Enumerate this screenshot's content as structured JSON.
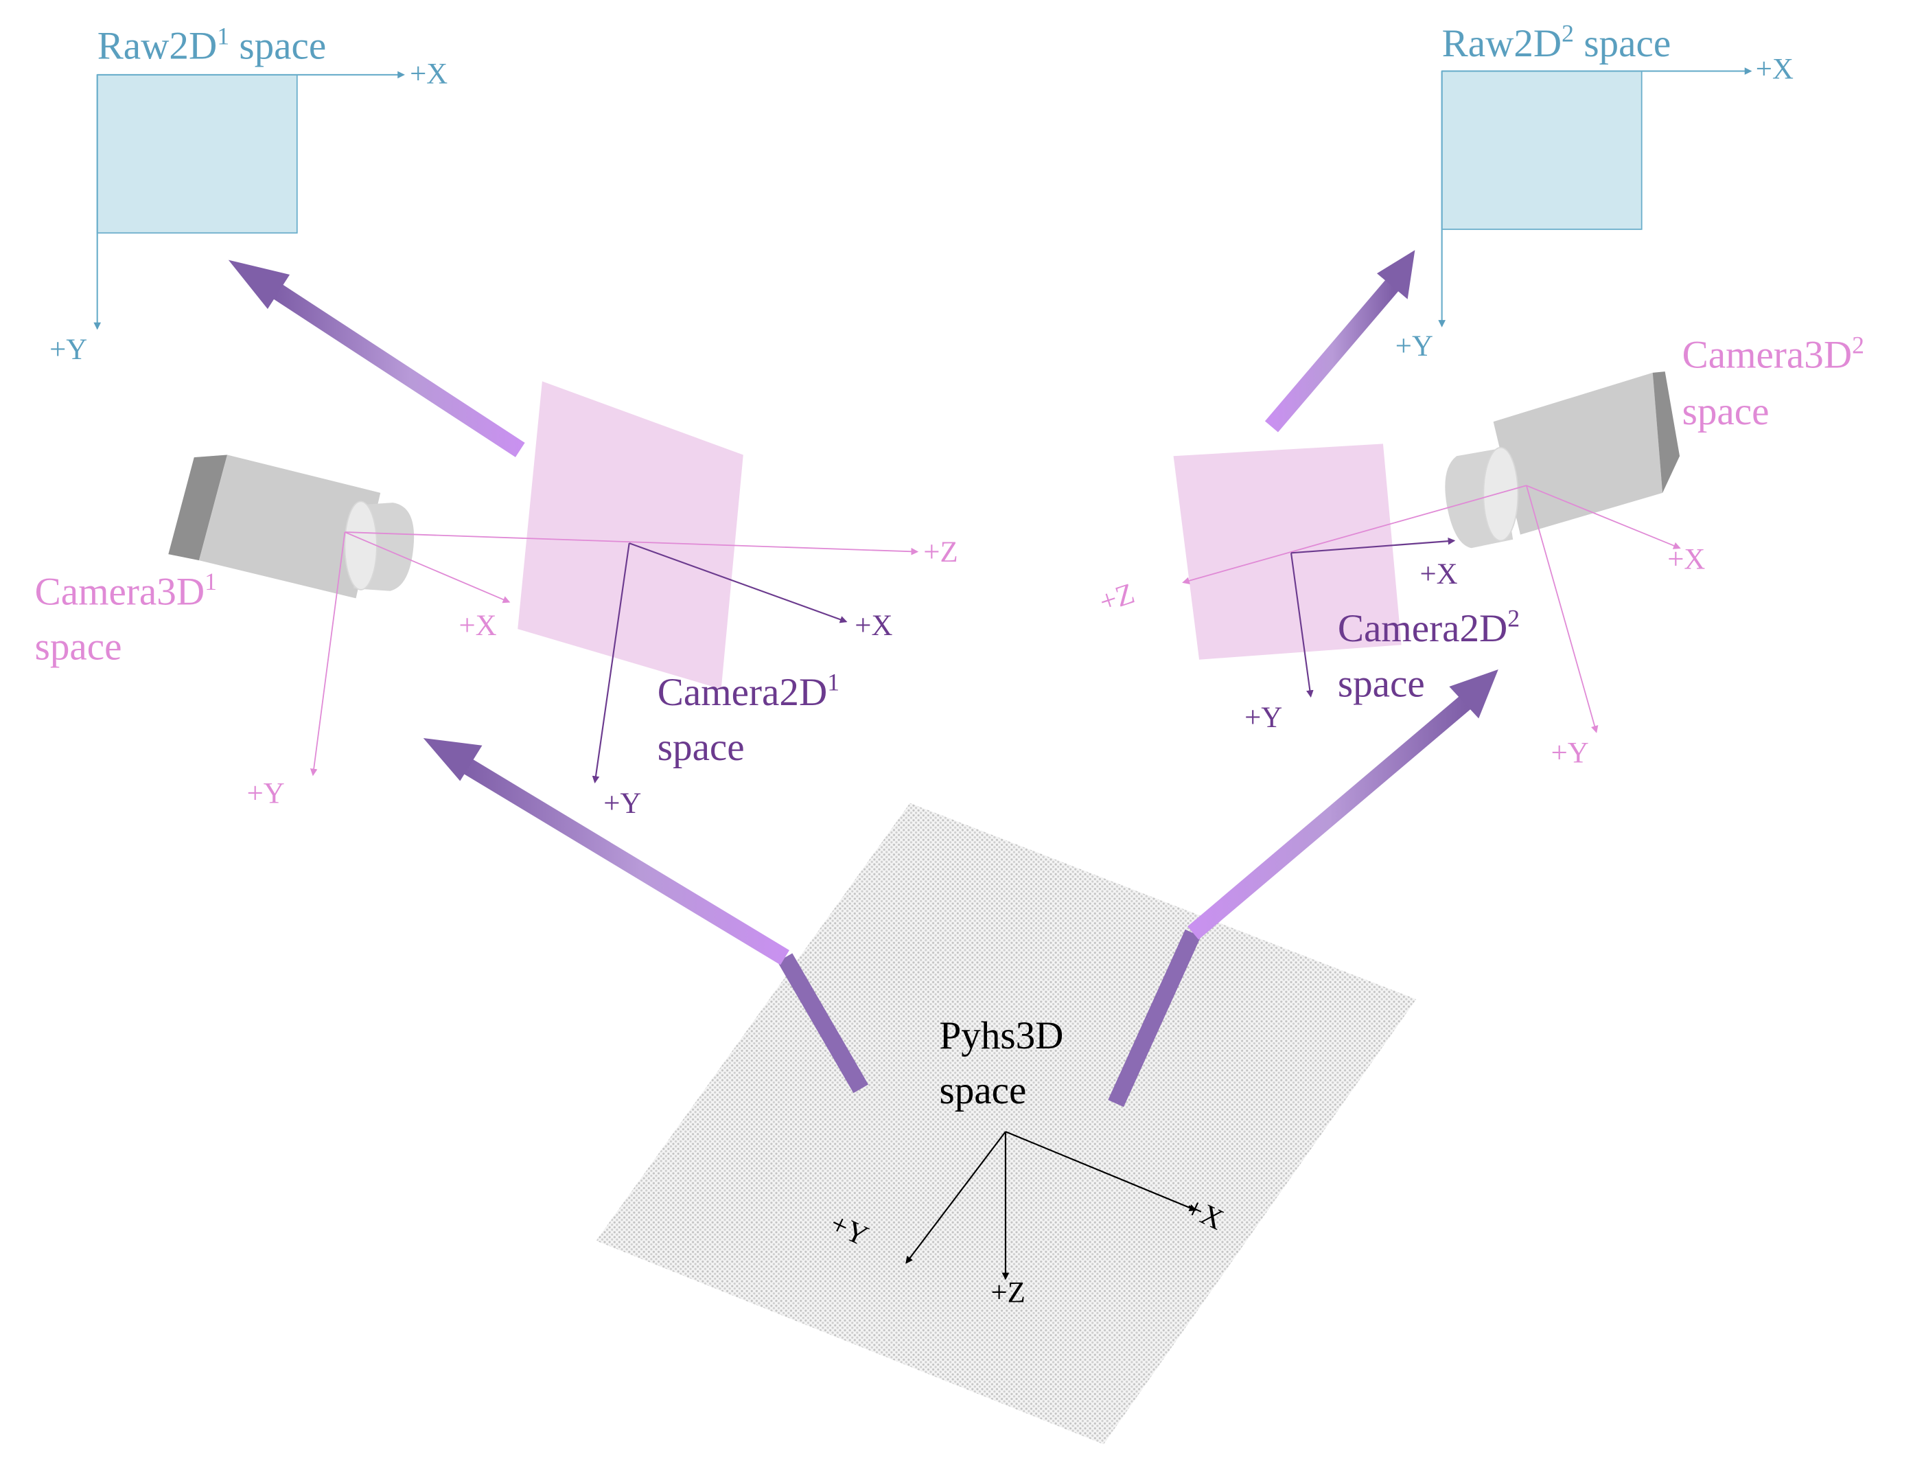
{
  "colors": {
    "raw": "#5a9fbf",
    "raw_fill": "#cfe7ef",
    "camera3d": "#e08ad6",
    "camera2d_fill": "#f0d4ee",
    "camera2d": "#6b3a8e",
    "arrow_dark": "#7f5fa8",
    "arrow_light": "#c991f0",
    "physical": "#000000",
    "plane": "#e6e6e6"
  },
  "raw2d_1": {
    "name": "Raw2D",
    "sup": "1",
    "suffix": " space",
    "x_label": "+X",
    "y_label": "+Y"
  },
  "raw2d_2": {
    "name": "Raw2D",
    "sup": "2",
    "suffix": " space",
    "x_label": "+X",
    "y_label": "+Y"
  },
  "camera3d_1": {
    "line1": "Camera3D",
    "sup": "1",
    "line2": "space",
    "x_label": "+X",
    "y_label": "+Y",
    "z_label": "+Z"
  },
  "camera3d_2": {
    "line1": "Camera3D",
    "sup": "2",
    "line2": "space",
    "x_label": "+X",
    "y_label": "+Y",
    "z_label": "+Z"
  },
  "camera2d_1": {
    "line1": "Camera2D",
    "sup": "1",
    "line2": "space",
    "x_label": "+X",
    "y_label": "+Y"
  },
  "camera2d_2": {
    "line1": "Camera2D",
    "sup": "2",
    "line2": "space",
    "x_label": "+X",
    "y_label": "+Y"
  },
  "phys3d": {
    "line1": "Pyhs3D",
    "line2": "space",
    "x_label": "+X",
    "y_label": "+Y",
    "z_label": "+Z"
  }
}
